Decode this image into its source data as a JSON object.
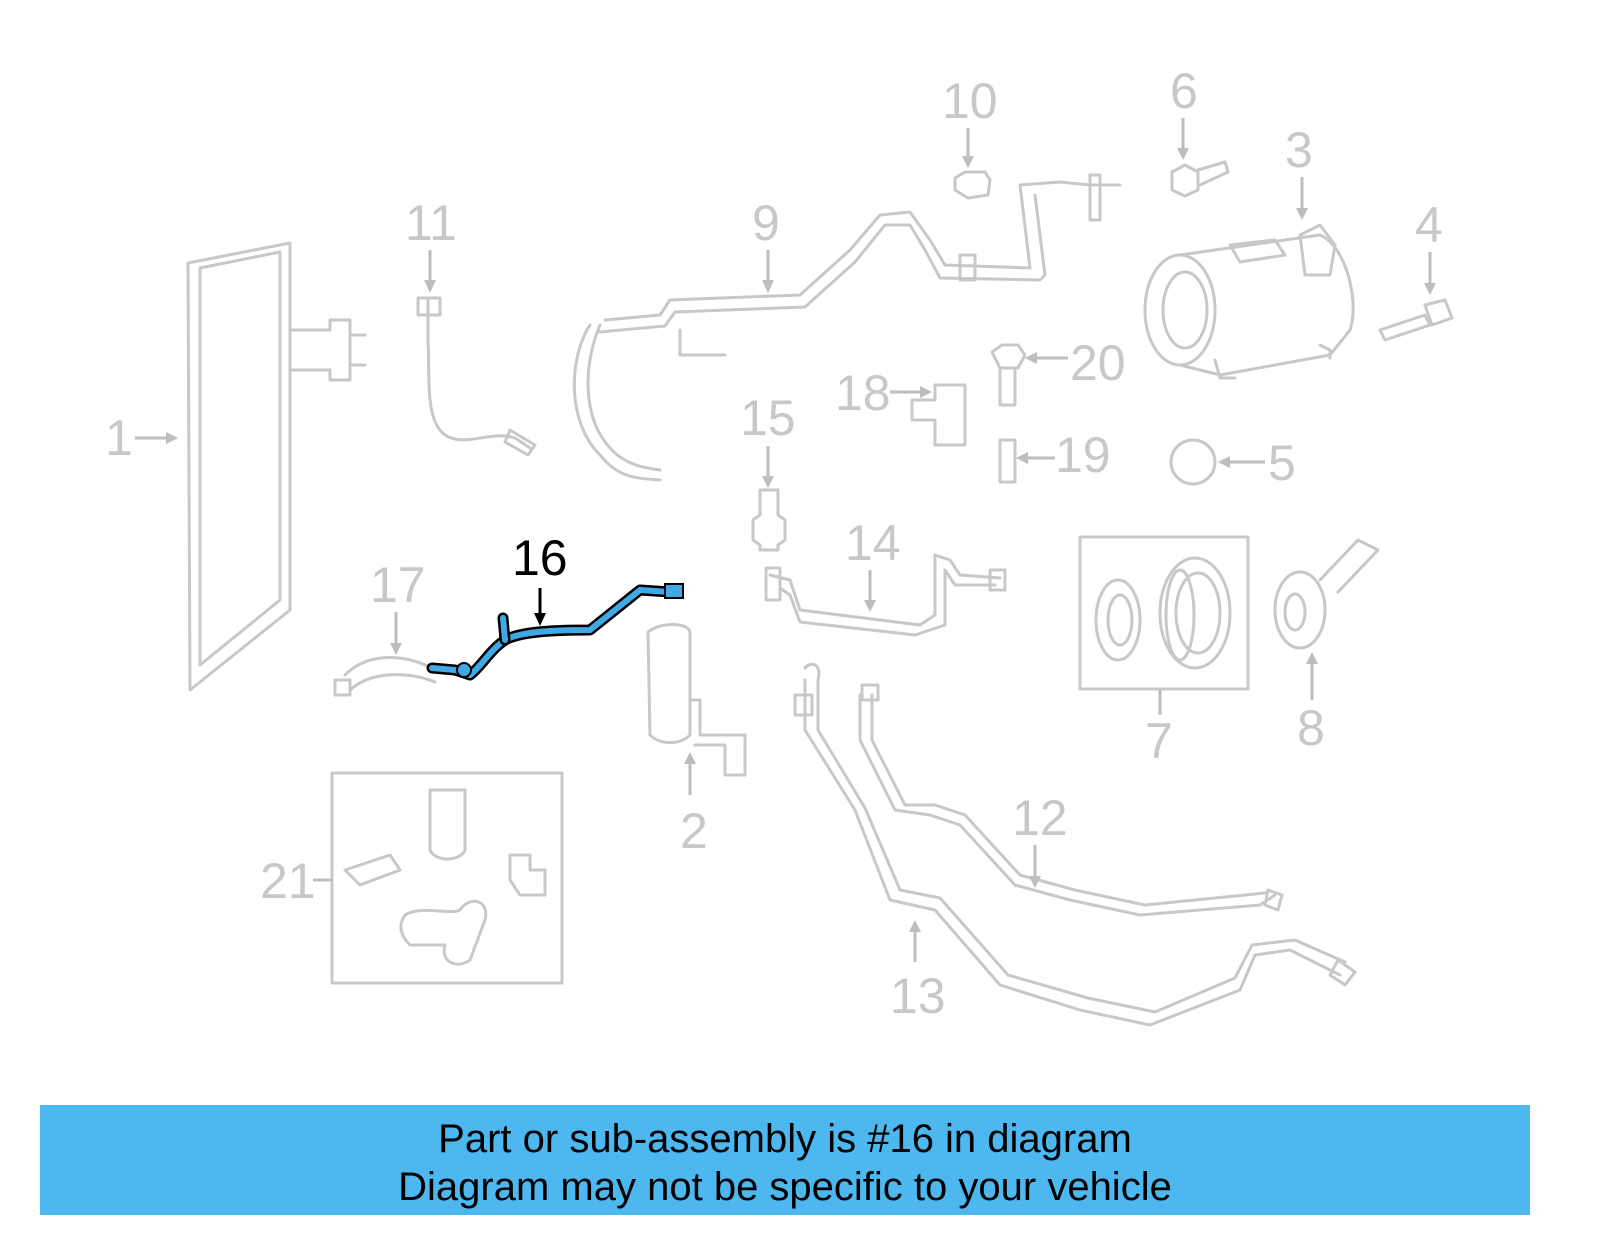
{
  "highlighted_part": "16",
  "labels": {
    "p1": "1",
    "p2": "2",
    "p3": "3",
    "p4": "4",
    "p5": "5",
    "p6": "6",
    "p7": "7",
    "p8": "8",
    "p9": "9",
    "p10": "10",
    "p11": "11",
    "p12": "12",
    "p13": "13",
    "p14": "14",
    "p15": "15",
    "p16": "16",
    "p17": "17",
    "p18": "18",
    "p19": "19",
    "p20": "20",
    "p21": "21"
  },
  "banner": {
    "line1": "Part or sub-assembly is #16 in diagram",
    "line2": "Diagram may not be specific to your vehicle"
  },
  "colors": {
    "line_art": "#c8c8c8",
    "highlight": "#3fa9e6",
    "banner": "#4db8f0"
  }
}
